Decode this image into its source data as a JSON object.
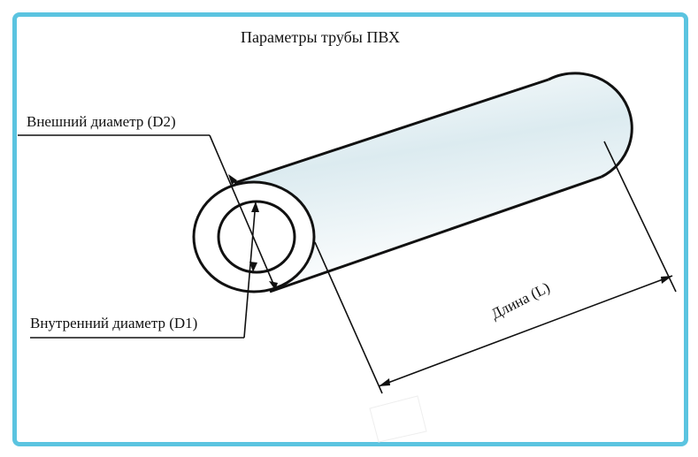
{
  "diagram": {
    "title": "Параметры трубы ПВХ",
    "labels": {
      "outer_diameter": "Внешний диаметр (D2)",
      "inner_diameter": "Внутренний диаметр (D1)",
      "length": "Длина (L)"
    },
    "colors": {
      "frame": "#5bc4e0",
      "pipe_fill": "#e3f1f5",
      "line": "#111111"
    }
  }
}
